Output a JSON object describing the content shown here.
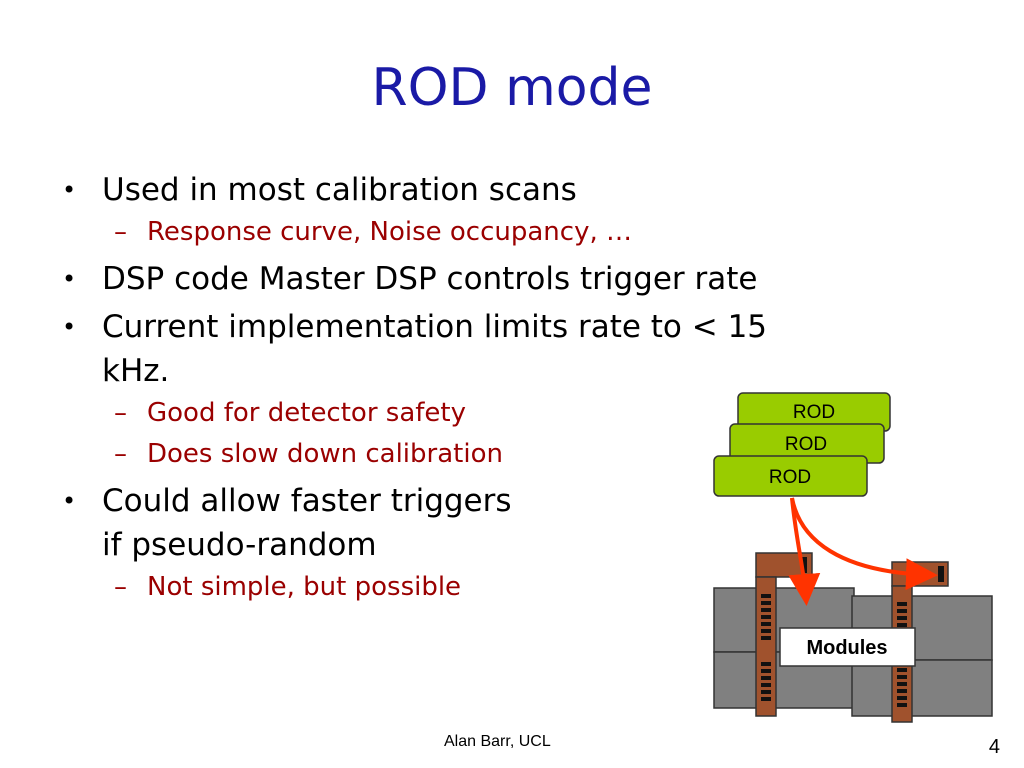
{
  "slide": {
    "title": "ROD mode",
    "footer": "Alan Barr, UCL",
    "page_number": "4"
  },
  "bullets": [
    {
      "text": "Used in most calibration scans",
      "subitems": [
        "Response curve, Noise occupancy, …"
      ]
    },
    {
      "text": "DSP code Master DSP controls trigger rate",
      "subitems": []
    },
    {
      "text_lines": [
        "Current implementation limits rate to < 15",
        "kHz."
      ],
      "subitems": [
        "Good for detector safety",
        "Does slow down calibration"
      ]
    },
    {
      "text_lines": [
        "Could allow faster triggers",
        "if pseudo-random"
      ],
      "subitems": [
        "Not simple, but possible"
      ]
    }
  ],
  "diagram": {
    "rod_labels": [
      "ROD",
      "ROD",
      "ROD"
    ],
    "modules_label": "Modules",
    "colors": {
      "rod_fill": "#99cc00",
      "module_fill": "#808080",
      "connector_fill": "#a0522d",
      "arrow": "#ff3300"
    }
  }
}
